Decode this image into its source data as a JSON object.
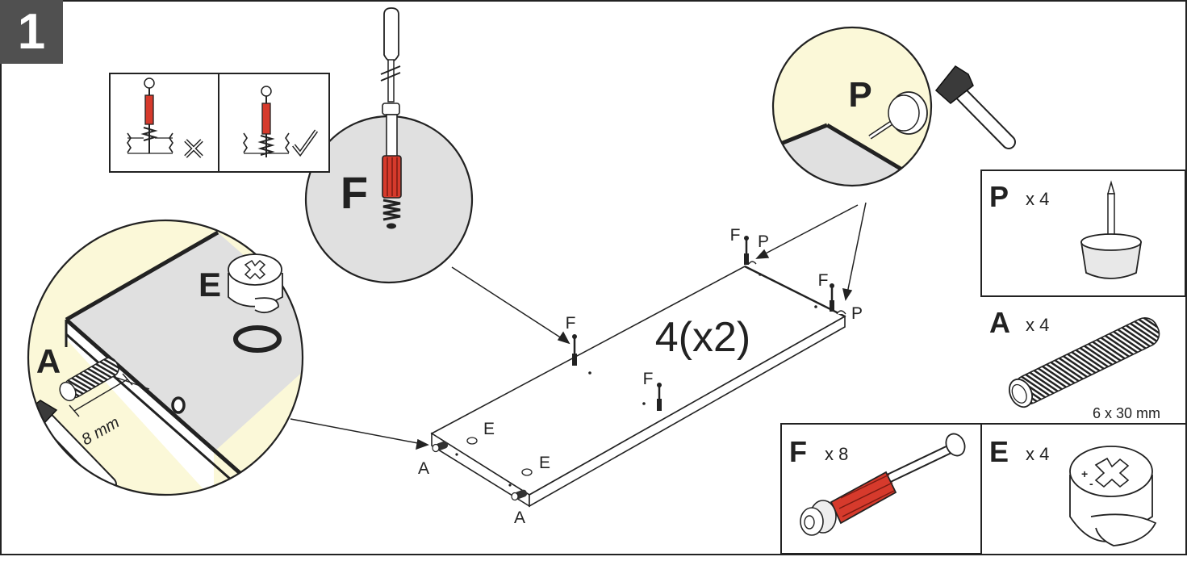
{
  "step": {
    "number": "1"
  },
  "panel": {
    "quantity_label": "4(x2)"
  },
  "callouts": {
    "dowel": {
      "letter": "A",
      "cam_letter": "E",
      "dimension": "8 mm"
    },
    "cam_bolt": {
      "letter": "F"
    },
    "foot": {
      "letter": "P"
    }
  },
  "panel_labels": {
    "dowel_a1": "A",
    "dowel_a2": "A",
    "cam_e1": "E",
    "cam_e2": "E",
    "bolt_f1": "F",
    "bolt_f2": "F",
    "bolt_f3": "F",
    "bolt_f4": "F",
    "foot_p1": "P",
    "foot_p2": "P"
  },
  "parts": [
    {
      "letter": "P",
      "qty": "x 4",
      "size": ""
    },
    {
      "letter": "A",
      "qty": "x 4",
      "size": "6 x 30 mm"
    },
    {
      "letter": "F",
      "qty": "x 8",
      "size": ""
    },
    {
      "letter": "E",
      "qty": "x 4",
      "size": ""
    }
  ],
  "install_check": {
    "wrong_icon": "cross-icon",
    "right_icon": "check-icon"
  },
  "colors": {
    "callout_fill": "#fbf8d8",
    "panel_grey": "#e0e0e0",
    "bolt_red": "#d63a2c",
    "step_bg": "#505050"
  }
}
